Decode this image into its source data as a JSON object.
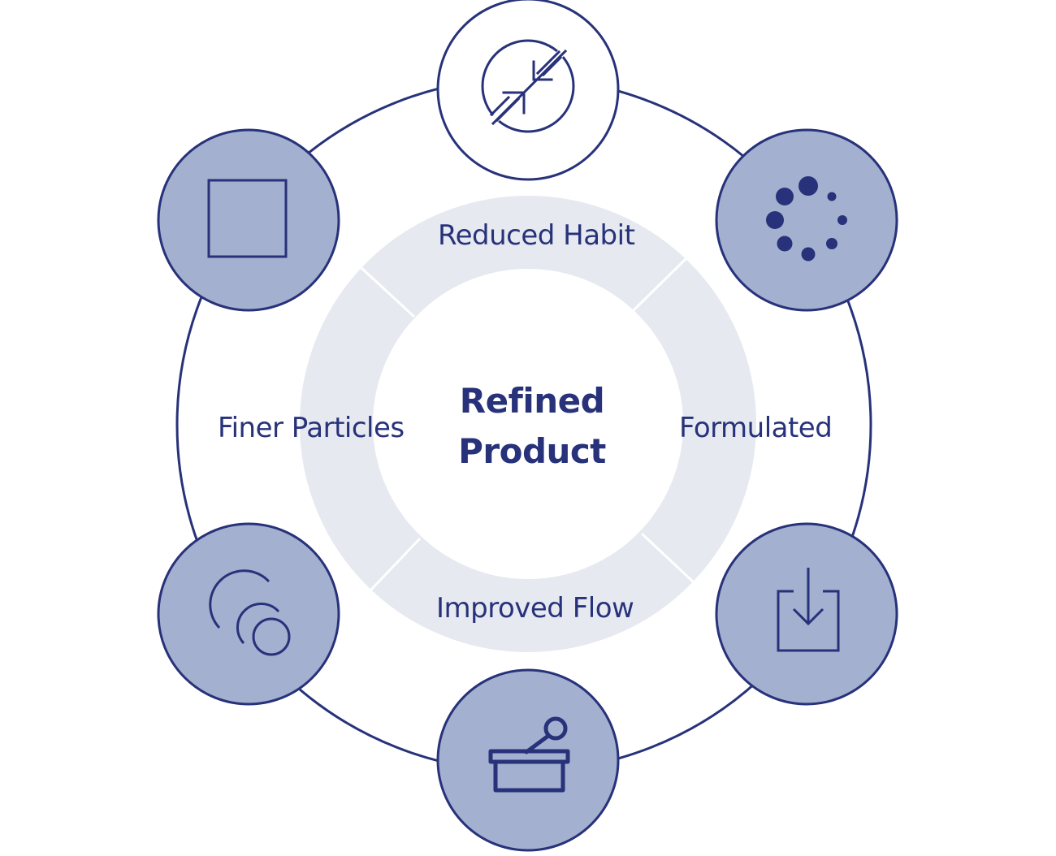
{
  "center": {
    "line1": "Refined",
    "line2": "Product"
  },
  "segments": {
    "top": "Reduced Habit",
    "right": "Formulated",
    "bottom": "Improved Flow",
    "left": "Finer Particles"
  },
  "nodes": [
    {
      "icon": "compress-arrows-icon",
      "filled": false
    },
    {
      "icon": "dots-spinner-icon",
      "filled": true
    },
    {
      "icon": "download-tray-icon",
      "filled": true
    },
    {
      "icon": "mortar-pestle-icon",
      "filled": true
    },
    {
      "icon": "overlapping-circles-icon",
      "filled": true
    },
    {
      "icon": "square-icon",
      "filled": true
    }
  ],
  "colors": {
    "navy": "#27327a",
    "node_fill": "#a3b0cf",
    "ring_fill": "#e6e9f0",
    "background": "#ffffff"
  }
}
